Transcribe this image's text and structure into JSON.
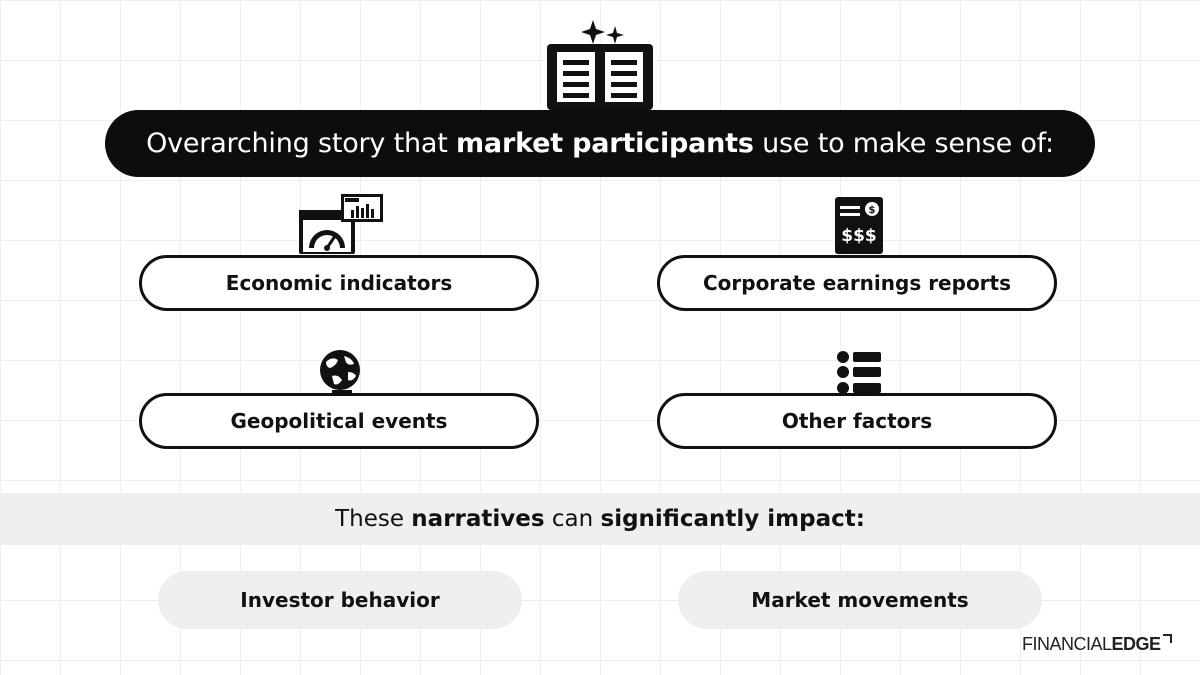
{
  "headline": {
    "prefix": "Overarching story that ",
    "bold": "market participants",
    "suffix": " use to make sense of:"
  },
  "factors": [
    {
      "label": "Economic indicators",
      "icon": "dashboard-icon"
    },
    {
      "label": "Corporate earnings reports",
      "icon": "earnings-report-icon"
    },
    {
      "label": "Geopolitical events",
      "icon": "globe-icon"
    },
    {
      "label": "Other factors",
      "icon": "list-icon"
    }
  ],
  "impact": {
    "prefix": "These ",
    "bold1": "narratives",
    "middle": " can ",
    "bold2": "significantly impact:"
  },
  "outcomes": [
    {
      "label": "Investor behavior"
    },
    {
      "label": "Market movements"
    }
  ],
  "logo": {
    "part1": "FINANCIAL",
    "part2": "EDGE"
  },
  "colors": {
    "dark": "#0d0d0d",
    "band": "#efefef",
    "background": "#ffffff"
  }
}
